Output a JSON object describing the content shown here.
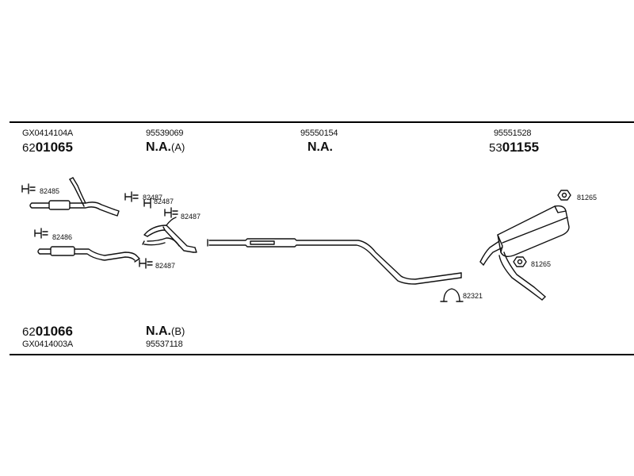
{
  "top_row": {
    "col1_ref": "GX0414104A",
    "col1_code_prefix": "62",
    "col1_code_main": "01065",
    "col2_ref": "95539069",
    "col2_na": "N.A.",
    "col2_suffix": "(A)",
    "col3_ref": "95550154",
    "col3_na": "N.A.",
    "col4_ref": "95551528",
    "col4_code_prefix": "53",
    "col4_code_main": "01155"
  },
  "bottom_row": {
    "col1_code_prefix": "62",
    "col1_code_main": "01066",
    "col1_ref": "GX0414003A",
    "col2_na": "N.A.",
    "col2_suffix": "(B)",
    "col2_ref": "95537118"
  },
  "part_labels": {
    "clamp_a": "82485",
    "clamp_b": "82487",
    "clamp_c": "82487",
    "clamp_d": "82487",
    "clamp_e": "82486",
    "clamp_f": "82487",
    "hanger_top": "81265",
    "hanger_mid": "81265",
    "clamp_mid": "82321"
  }
}
